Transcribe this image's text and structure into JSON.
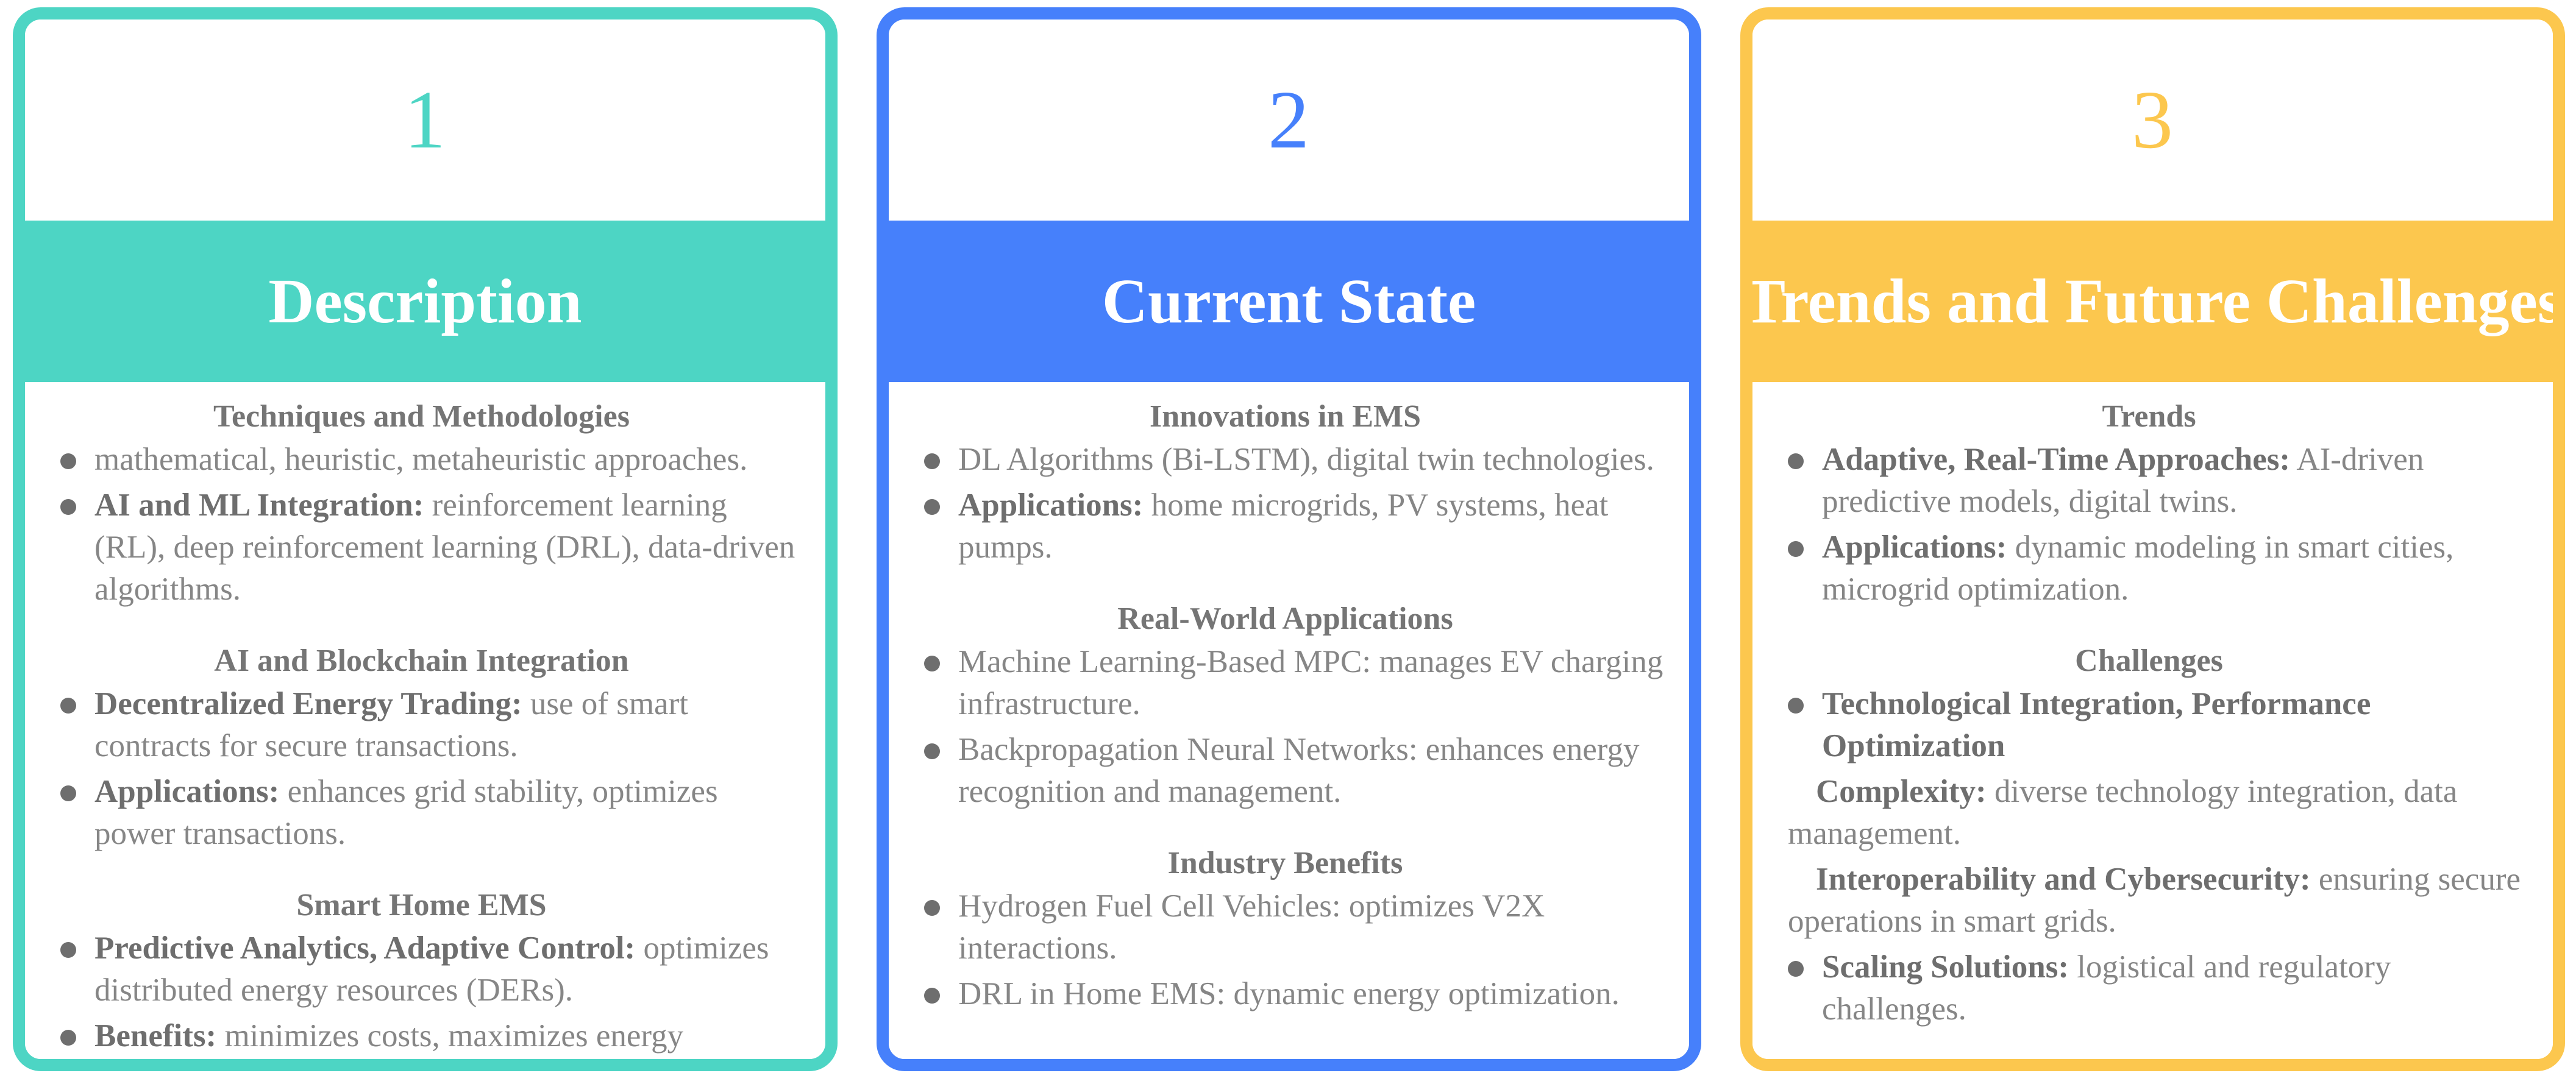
{
  "layout": {
    "type": "three-column-infographic",
    "background": "#ffffff"
  },
  "colors": {
    "teal": "#4DD5C4",
    "blue": "#4680FB",
    "amber": "#FCC74E",
    "heading_text": "#757575",
    "body_text": "#868686",
    "bold_text": "#6E6E6E",
    "bullet": "#6E6E6E",
    "title_text": "#FFFFFF"
  },
  "cards": [
    {
      "number": "1",
      "title": "Description",
      "accent": "#4DD5C4",
      "sections": [
        {
          "heading": "Techniques and Methodologies",
          "items": [
            {
              "bullet": true,
              "lead": "",
              "rest": "mathematical, heuristic, metaheuristic approaches."
            },
            {
              "bullet": true,
              "lead": " AI and ML Integration:",
              "rest": " reinforcement learning (RL), deep reinforcement learning (DRL), data-driven algorithms."
            }
          ]
        },
        {
          "heading": "AI and Blockchain Integration",
          "items": [
            {
              "bullet": true,
              "lead": "Decentralized Energy Trading:",
              "rest": " use of smart contracts for secure transactions."
            },
            {
              "bullet": true,
              "lead": "Applications:",
              "rest": " enhances grid stability, optimizes power transactions."
            }
          ]
        },
        {
          "heading": "Smart Home EMS",
          "items": [
            {
              "bullet": true,
              "lead": "Predictive Analytics, Adaptive Control:",
              "rest": " optimizes distributed energy resources (DERs)."
            },
            {
              "bullet": true,
              "lead": "Benefits:",
              "rest": " minimizes costs, maximizes energy efficiency."
            }
          ]
        }
      ]
    },
    {
      "number": "2",
      "title": "Current State",
      "accent": "#4680FB",
      "sections": [
        {
          "heading": "Innovations in EMS",
          "items": [
            {
              "bullet": true,
              "lead": "",
              "rest": "DL Algorithms (Bi-LSTM), digital twin technologies."
            },
            {
              "bullet": true,
              "lead": "Applications:",
              "rest": " home microgrids, PV systems, heat pumps."
            }
          ]
        },
        {
          "heading": "Real-World Applications",
          "items": [
            {
              "bullet": true,
              "lead": "",
              "rest": "Machine Learning-Based MPC: manages EV charging infrastructure."
            },
            {
              "bullet": true,
              "lead": "",
              "rest": "Backpropagation Neural Networks: enhances energy recognition and management."
            }
          ]
        },
        {
          "heading": "Industry Benefits",
          "items": [
            {
              "bullet": true,
              "lead": "",
              "rest": "Hydrogen Fuel Cell Vehicles: optimizes V2X interactions."
            },
            {
              "bullet": true,
              "lead": "",
              "rest": "DRL in Home EMS: dynamic energy optimization."
            }
          ]
        }
      ]
    },
    {
      "number": "3",
      "title": "Trends and Future Challenges",
      "accent": "#FCC74E",
      "sections": [
        {
          "heading": "Trends",
          "items": [
            {
              "bullet": true,
              "lead": "Adaptive, Real-Time Approaches:",
              "rest": " AI-driven predictive models, digital twins."
            },
            {
              "bullet": true,
              "lead": "Applications:",
              "rest": " dynamic modeling in smart cities, microgrid optimization."
            }
          ]
        },
        {
          "heading": "Challenges",
          "items": [
            {
              "bullet": true,
              "lead": " Technological Integration, Performance Optimization",
              "rest": ""
            },
            {
              "bullet": false,
              "indented": true,
              "lead": "Complexity:",
              "rest": " diverse technology integration, data management."
            },
            {
              "bullet": false,
              "indented": true,
              "lead": "Interoperability and Cybersecurity:",
              "rest": " ensuring secure operations in smart grids."
            },
            {
              "bullet": true,
              "lead": "Scaling Solutions:",
              "rest": " logistical and regulatory challenges."
            }
          ]
        }
      ]
    }
  ]
}
